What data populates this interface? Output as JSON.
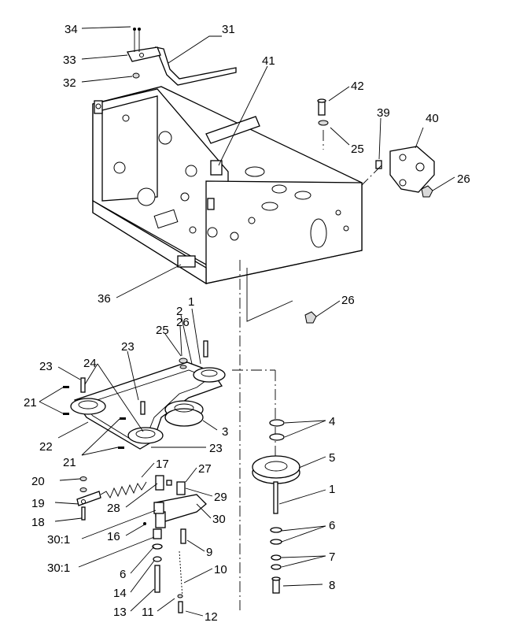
{
  "labels": [
    {
      "id": "34",
      "text": "34"
    },
    {
      "id": "31",
      "text": "31"
    },
    {
      "id": "33",
      "text": "33"
    },
    {
      "id": "32",
      "text": "32"
    },
    {
      "id": "41",
      "text": "41"
    },
    {
      "id": "42",
      "text": "42"
    },
    {
      "id": "39",
      "text": "39"
    },
    {
      "id": "40",
      "text": "40"
    },
    {
      "id": "25a",
      "text": "25"
    },
    {
      "id": "26a",
      "text": "26"
    },
    {
      "id": "36",
      "text": "36"
    },
    {
      "id": "26b",
      "text": "26"
    },
    {
      "id": "1a",
      "text": "1"
    },
    {
      "id": "2",
      "text": "2"
    },
    {
      "id": "25b",
      "text": "25"
    },
    {
      "id": "26c",
      "text": "26"
    },
    {
      "id": "23a",
      "text": "23"
    },
    {
      "id": "23b",
      "text": "23"
    },
    {
      "id": "24",
      "text": "24"
    },
    {
      "id": "21a",
      "text": "21"
    },
    {
      "id": "22",
      "text": "22"
    },
    {
      "id": "21b",
      "text": "21"
    },
    {
      "id": "23c",
      "text": "23"
    },
    {
      "id": "3",
      "text": "3"
    },
    {
      "id": "4",
      "text": "4"
    },
    {
      "id": "5",
      "text": "5"
    },
    {
      "id": "17",
      "text": "17"
    },
    {
      "id": "27",
      "text": "27"
    },
    {
      "id": "20",
      "text": "20"
    },
    {
      "id": "28",
      "text": "28"
    },
    {
      "id": "29",
      "text": "29"
    },
    {
      "id": "1b",
      "text": "1"
    },
    {
      "id": "19",
      "text": "19"
    },
    {
      "id": "30a",
      "text": "30"
    },
    {
      "id": "18",
      "text": "18"
    },
    {
      "id": "30_1a",
      "text": "30:1"
    },
    {
      "id": "16",
      "text": "16"
    },
    {
      "id": "6a",
      "text": "6"
    },
    {
      "id": "9",
      "text": "9"
    },
    {
      "id": "30_1b",
      "text": "30:1"
    },
    {
      "id": "7",
      "text": "7"
    },
    {
      "id": "6b",
      "text": "6"
    },
    {
      "id": "10",
      "text": "10"
    },
    {
      "id": "14",
      "text": "14"
    },
    {
      "id": "8",
      "text": "8"
    },
    {
      "id": "13",
      "text": "13"
    },
    {
      "id": "11",
      "text": "11"
    },
    {
      "id": "12",
      "text": "12"
    }
  ]
}
